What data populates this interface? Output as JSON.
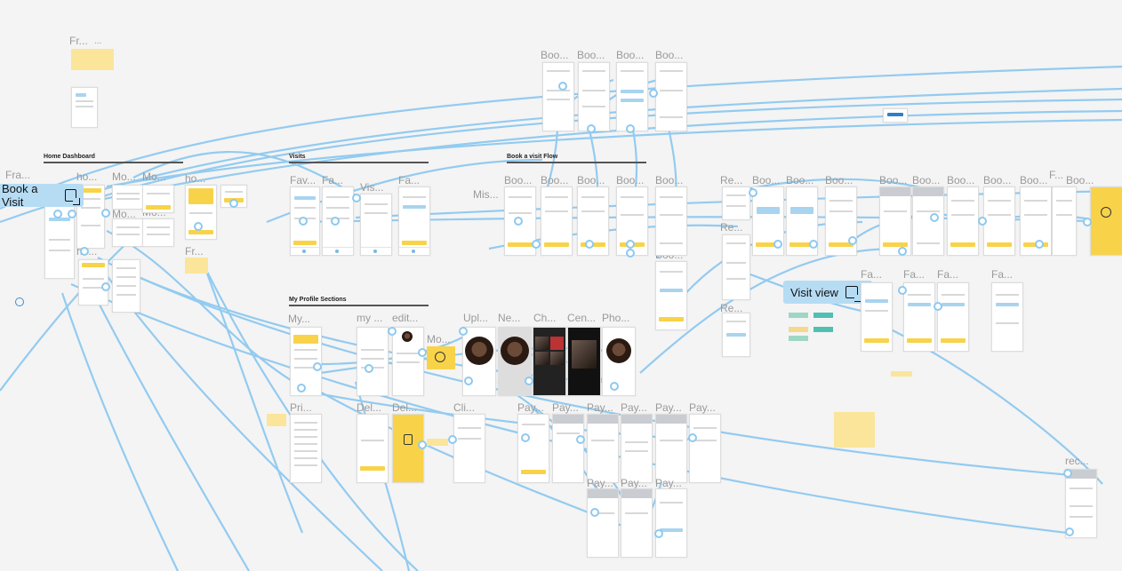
{
  "sections": {
    "home": "Home Dashboard",
    "visits": "Visits",
    "book_flow": "Book a visit Flow",
    "profile": "My Profile Sections"
  },
  "labels": {
    "fr": "Fr...",
    "fr_dots": "...",
    "fra": "Fra...",
    "ho1": "ho...",
    "mo1": "Mo...",
    "mo2": "Mo...",
    "ho2": "ho...",
    "mo3": "Mo...",
    "ho3": "ho...",
    "mo4": "Mo...",
    "fr2": "Fr...",
    "fav": "Fav...",
    "fa1": "Fa...",
    "vis": "Vis...",
    "fa2": "Fa...",
    "mis": "Mis...",
    "boo_top1": "Boo...",
    "boo_top2": "Boo...",
    "boo_top3": "Boo...",
    "boo_top4": "Boo...",
    "boo_a": "Boo...",
    "boo_b": "Boo...",
    "boo_c": "Boo...",
    "boo_d": "Boo...",
    "boo_e": "Boo...",
    "boo_f": "Boo...",
    "re1": "Re...",
    "boo_g": "Boo...",
    "boo_h": "Boo...",
    "boo_i": "Boo...",
    "boo_j": "Boo...",
    "boo_k": "Boo...",
    "boo_l": "Boo...",
    "boo_m": "Boo...",
    "f_small": "F...",
    "boo_n": "Boo...",
    "re2": "Re...",
    "re3": "Re...",
    "fa_v1": "Fa...",
    "fa_v2": "Fa...",
    "fa_v3": "Fa...",
    "fa_v4": "Fa...",
    "my": "My...",
    "my_dots": "my ...",
    "edit": "edit...",
    "mo_prof": "Mo...",
    "upl": "Upl...",
    "ne": "Ne...",
    "ch": "Ch...",
    "cen": "Cen...",
    "pho": "Pho...",
    "pri": "Pri...",
    "del1": "Del...",
    "del2": "Del...",
    "cli": "Cli...",
    "pay1": "Pay...",
    "pay2": "Pay...",
    "pay3": "Pay...",
    "pay4": "Pay...",
    "pay5": "Pay...",
    "pay6": "Pay...",
    "pay7": "Pay...",
    "pay8": "Pay...",
    "rec": "rec..."
  },
  "overlay_buttons": {
    "book_visit": "Book a Visit",
    "visit_view": "Visit view"
  },
  "icons": {
    "book_visit_icon": "open-frame-icon",
    "visit_view_icon": "open-frame-icon",
    "user_icon": "user-icon"
  },
  "colors": {
    "canvas": "#f4f4f4",
    "wire": "#8ec9f0",
    "accent_yellow": "#f8d34a",
    "button_blue": "#b6dcf4"
  }
}
